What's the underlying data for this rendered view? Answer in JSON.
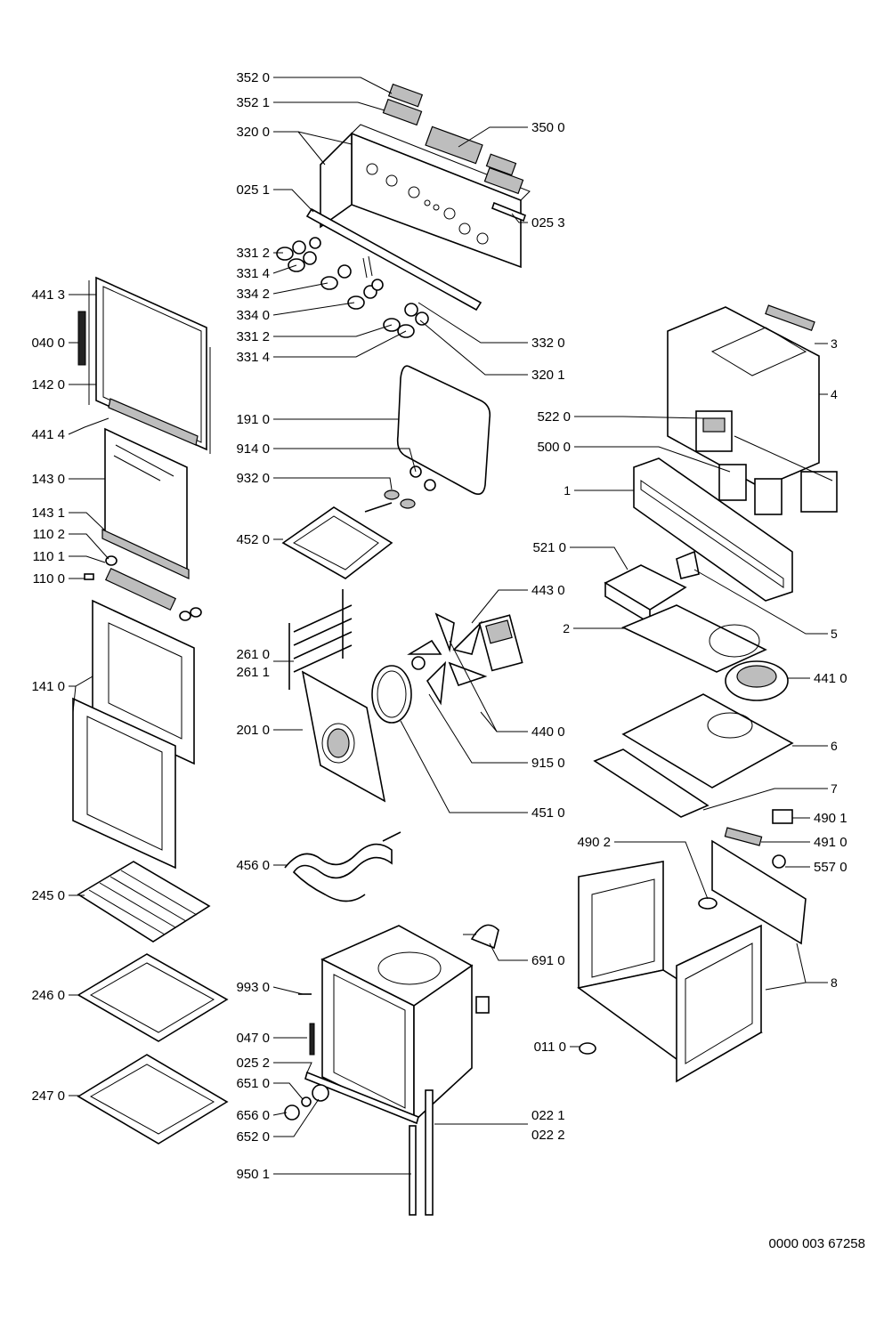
{
  "document_number": "0000 003 67258",
  "labels": {
    "l3520": "352 0",
    "l3521": "352 1",
    "l3200": "320 0",
    "l3500": "350 0",
    "l0251": "025 1",
    "l0253": "025 3",
    "l3312a": "331 2",
    "l3314a": "331 4",
    "l3342": "334 2",
    "l3340": "334 0",
    "l3312b": "331 2",
    "l3314b": "331 4",
    "l3320": "332 0",
    "l3201": "320 1",
    "l4413": "441 3",
    "l0400": "040 0",
    "l1420": "142 0",
    "l4414": "441 4",
    "l1430": "143 0",
    "l1431": "143 1",
    "l1102": "110 2",
    "l1101": "110 1",
    "l1100": "110 0",
    "l1410": "141 0",
    "l2450": "245 0",
    "l2460": "246 0",
    "l2470": "247 0",
    "l1910": "191 0",
    "l9140": "914 0",
    "l9320": "932 0",
    "l4520": "452 0",
    "l2610": "261 0",
    "l2611": "261 1",
    "l2010": "201 0",
    "l4560": "456 0",
    "l9930": "993 0",
    "l0470": "047 0",
    "l0252": "025 2",
    "l6510": "651 0",
    "l6560": "656 0",
    "l6520": "652 0",
    "l9501": "950 1",
    "l0221": "022 1",
    "l0222": "022 2",
    "l6910": "691 0",
    "l4430": "443 0",
    "l4400": "440 0",
    "l9150": "915 0",
    "l4510": "451 0",
    "l5220": "522 0",
    "l5000": "500 0",
    "l5210": "521 0",
    "l4410": "441 0",
    "l4901": "490 1",
    "l4910": "491 0",
    "l5570": "557 0",
    "l4902": "490 2",
    "l0110": "011 0",
    "n1": "1",
    "n2": "2",
    "n3": "3",
    "n4": "4",
    "n5": "5",
    "n6": "6",
    "n7": "7",
    "n8": "8"
  }
}
